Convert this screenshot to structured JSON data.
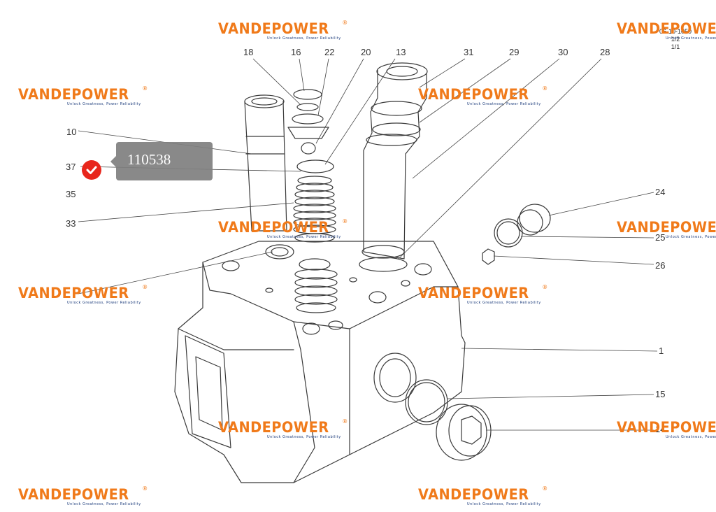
{
  "watermark": {
    "brand": "VANDEPOWER",
    "reg": "®",
    "tagline": "Unlock Greatness, Power Reliability"
  },
  "callouts": [
    {
      "id": "18",
      "label": "18"
    },
    {
      "id": "16",
      "label": "16"
    },
    {
      "id": "22",
      "label": "22"
    },
    {
      "id": "20",
      "label": "20"
    },
    {
      "id": "13",
      "label": "13"
    },
    {
      "id": "31",
      "label": "31"
    },
    {
      "id": "29",
      "label": "29"
    },
    {
      "id": "30",
      "label": "30"
    },
    {
      "id": "28",
      "label": "28"
    },
    {
      "id": "10",
      "label": "10"
    },
    {
      "id": "37",
      "label": "37"
    },
    {
      "id": "35",
      "label": "35"
    },
    {
      "id": "33",
      "label": "33"
    },
    {
      "id": "24",
      "label": "24"
    },
    {
      "id": "25",
      "label": "25"
    },
    {
      "id": "26",
      "label": "26"
    },
    {
      "id": "1",
      "label": "1"
    },
    {
      "id": "15",
      "label": "15"
    },
    {
      "id": "14",
      "label": "14"
    }
  ],
  "tooltip": {
    "part_number": "110538"
  },
  "corner_code": {
    "line1": "06-10-1050",
    "line2": "1/2",
    "line3": "1/1"
  },
  "colors": {
    "watermark": "#f07a1a",
    "check": "#e8261c",
    "tooltip": "#7f7f7f",
    "ink": "#333333"
  }
}
